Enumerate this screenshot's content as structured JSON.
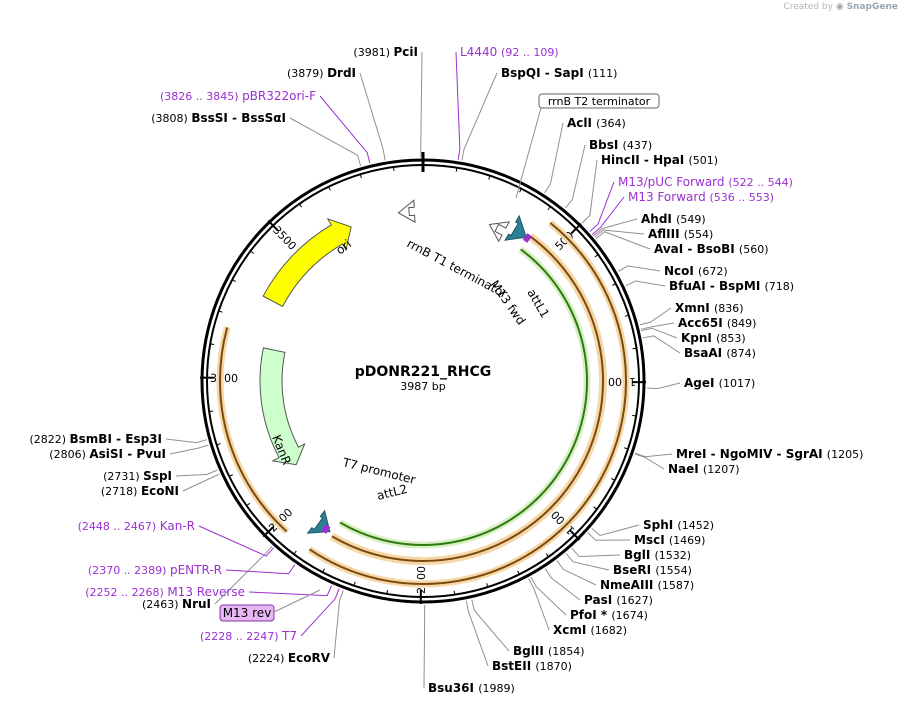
{
  "header": {
    "created_by": "Created by",
    "brand": "SnapGene"
  },
  "plasmid": {
    "name": "pDONR221_RHCG",
    "length_label": "3987 bp",
    "total_bp": 3987
  },
  "ruler": {
    "ticks": [
      {
        "bp": 500,
        "label": "500"
      },
      {
        "bp": 1000,
        "label": "1000"
      },
      {
        "bp": 1500,
        "label": "1500"
      },
      {
        "bp": 2000,
        "label": "2000"
      },
      {
        "bp": 2500,
        "label": "2500"
      },
      {
        "bp": 3000,
        "label": "3000"
      },
      {
        "bp": 3500,
        "label": "3500"
      }
    ]
  },
  "features": [
    {
      "name": "ori",
      "label": "ori",
      "start": 3300,
      "end": 3710,
      "ring": "r2",
      "direction": "cw",
      "color": "#ffff00"
    },
    {
      "name": "kanr",
      "label": "KanR",
      "start": 2620,
      "end": 3120,
      "ring": "r3",
      "direction": "ccw",
      "color": "#ccffcc"
    },
    {
      "name": "rrnb-t1",
      "label": "rrnB T1 terminator",
      "start": 3895,
      "end": 3935,
      "ring": "r1",
      "direction": "ccw",
      "color": "#ffffff"
    },
    {
      "name": "rrnb-t2",
      "label": "rrnB T2 terminator",
      "start": 255,
      "end": 285,
      "ring": "r1",
      "direction": "ccw",
      "color": "#ffffff"
    },
    {
      "name": "attl1",
      "label": "attL1",
      "start": 345,
      "end": 395,
      "ring": "r3",
      "direction": "cw",
      "color": "#2c7f95"
    },
    {
      "name": "attl2",
      "label": "attL2",
      "start": 2345,
      "end": 2395,
      "ring": "r3",
      "direction": "ccw",
      "color": "#2c7f95"
    },
    {
      "name": "gene-green",
      "label": "",
      "start": 405,
      "end": 2330,
      "ring": "r3",
      "direction": "cw",
      "color": "#6ab235"
    },
    {
      "name": "orf-1",
      "label": "",
      "start": 430,
      "end": 2370,
      "ring": "r1o",
      "direction": "cw",
      "color": "#f0a63a"
    },
    {
      "name": "orf-2",
      "label": "",
      "start": 2460,
      "end": 3160,
      "ring": "r1o",
      "direction": "cw",
      "color": "#f0a63a"
    }
  ],
  "feature_labels": {
    "rrnb_t1": "rrnB T1 terminator",
    "m13_fwd": "M13 fwd",
    "attl1": "attL1",
    "t7_promoter": "T7 promoter",
    "attl2": "attL2",
    "m13_rev": "M13 rev",
    "rrnb_t2_box": "rrnB T2 terminator"
  },
  "enzymes_right": [
    {
      "name": "BspQI",
      "name2": "SapI",
      "pos": "(111)",
      "bp": 111
    },
    {
      "name": "AclI",
      "pos": "(364)",
      "bp": 364
    },
    {
      "name": "BbsI",
      "pos": "(437)",
      "bp": 437
    },
    {
      "name": "HincII",
      "name2": "HpaI",
      "pos": "(501)",
      "bp": 501
    },
    {
      "name": "AhdI",
      "pos": "(549)",
      "bp": 549
    },
    {
      "name": "AflIII",
      "pos": "(554)",
      "bp": 554
    },
    {
      "name": "AvaI",
      "name2": "BsoBI",
      "pos": "(560)",
      "bp": 560
    },
    {
      "name": "NcoI",
      "pos": "(672)",
      "bp": 672
    },
    {
      "name": "BfuAI",
      "name2": "BspMI",
      "pos": "(718)",
      "bp": 718
    },
    {
      "name": "XmnI",
      "pos": "(836)",
      "bp": 836
    },
    {
      "name": "Acc65I",
      "pos": "(849)",
      "bp": 849
    },
    {
      "name": "KpnI",
      "pos": "(853)",
      "bp": 853
    },
    {
      "name": "BsaAI",
      "pos": "(874)",
      "bp": 874
    },
    {
      "name": "AgeI",
      "pos": "(1017)",
      "bp": 1017
    },
    {
      "name": "MreI",
      "name2": "NgoMIV",
      "name3": "SgrAI",
      "pos": "(1205)",
      "bp": 1205
    },
    {
      "name": "NaeI",
      "pos": "(1207)",
      "bp": 1207
    },
    {
      "name": "SphI",
      "pos": "(1452)",
      "bp": 1452
    },
    {
      "name": "MscI",
      "pos": "(1469)",
      "bp": 1469
    },
    {
      "name": "BglI",
      "pos": "(1532)",
      "bp": 1532
    },
    {
      "name": "BseRI",
      "pos": "(1554)",
      "bp": 1554
    },
    {
      "name": "NmeAIII",
      "pos": "(1587)",
      "bp": 1587
    },
    {
      "name": "PasI",
      "pos": "(1627)",
      "bp": 1627
    },
    {
      "name": "PfoI *",
      "pos": "(1674)",
      "bp": 1674
    },
    {
      "name": "XcmI",
      "pos": "(1682)",
      "bp": 1682
    },
    {
      "name": "BglII",
      "pos": "(1854)",
      "bp": 1854
    },
    {
      "name": "BstEII",
      "pos": "(1870)",
      "bp": 1870
    },
    {
      "name": "Bsu36I",
      "pos": "(1989)",
      "bp": 1989
    }
  ],
  "enzymes_left": [
    {
      "name": "EcoRV",
      "pos": "(2224)",
      "bp": 2224
    },
    {
      "name": "NruI",
      "pos": "(2463)",
      "bp": 2463
    },
    {
      "name": "EcoNI",
      "pos": "(2718)",
      "bp": 2718
    },
    {
      "name": "SspI",
      "pos": "(2731)",
      "bp": 2731
    },
    {
      "name": "AsiSI",
      "name2": "PvuI",
      "pos": "(2806)",
      "bp": 2806
    },
    {
      "name": "BsmBI",
      "name2": "Esp3I",
      "pos": "(2822)",
      "bp": 2822
    },
    {
      "name": "BssSI",
      "name2": "BssSαI",
      "pos": "(3808)",
      "bp": 3808
    },
    {
      "name": "DrdI",
      "pos": "(3879)",
      "bp": 3879
    },
    {
      "name": "PciI",
      "pos": "(3981)",
      "bp": 3981
    }
  ],
  "primers": [
    {
      "name": "L4440",
      "range": "(92 .. 109)",
      "bp": 100
    },
    {
      "name": "pBR322ori-F",
      "range": "(3826 .. 3845)",
      "bp": 3835
    },
    {
      "name": "M13/pUC Forward",
      "range": "(522 .. 544)",
      "bp": 533
    },
    {
      "name": "M13 Forward",
      "range": "(536 .. 553)",
      "bp": 544
    },
    {
      "name": "Kan-R",
      "range": "(2448 .. 2467)",
      "bp": 2457
    },
    {
      "name": "pENTR-R",
      "range": "(2370 .. 2389)",
      "bp": 2380
    },
    {
      "name": "M13 Reverse",
      "range": "(2252 .. 2268)",
      "bp": 2260
    },
    {
      "name": "T7",
      "range": "(2228 .. 2247)",
      "bp": 2237
    }
  ],
  "colors": {
    "primer": "#9b30d0",
    "backbone": "#000000",
    "leader": "#909090",
    "m13_rev_fill": "#e9b6f5"
  }
}
